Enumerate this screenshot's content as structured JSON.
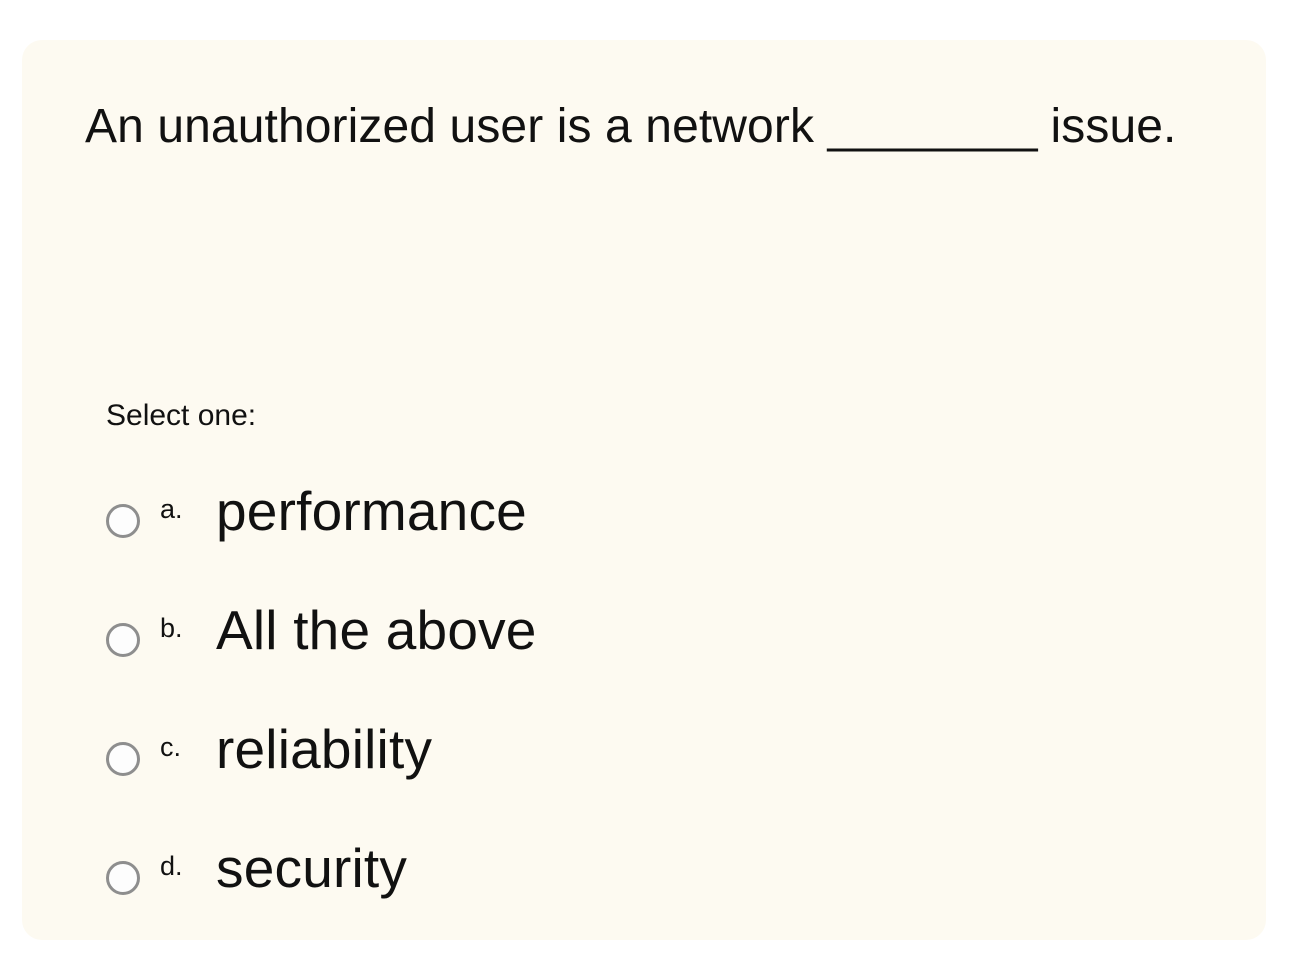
{
  "theme": {
    "page_background": "#ffffff",
    "card_background": "#fdfaf1",
    "text_color": "#111111",
    "radio_border_color": "#8e8e8e",
    "radio_fill_color": "#fdfdfd"
  },
  "question": {
    "text_before_blank": "An unauthorized user is a network ",
    "blank": "________",
    "text_after_blank": " issue.",
    "full_text": "An unauthorized user is a network ________ issue."
  },
  "instruction": {
    "label": "Select one:"
  },
  "options": [
    {
      "marker": "a.",
      "label": "performance",
      "selected": false
    },
    {
      "marker": "b.",
      "label": "All the above",
      "selected": false
    },
    {
      "marker": "c.",
      "label": "reliability",
      "selected": false
    },
    {
      "marker": "d.",
      "label": "security",
      "selected": false
    }
  ]
}
